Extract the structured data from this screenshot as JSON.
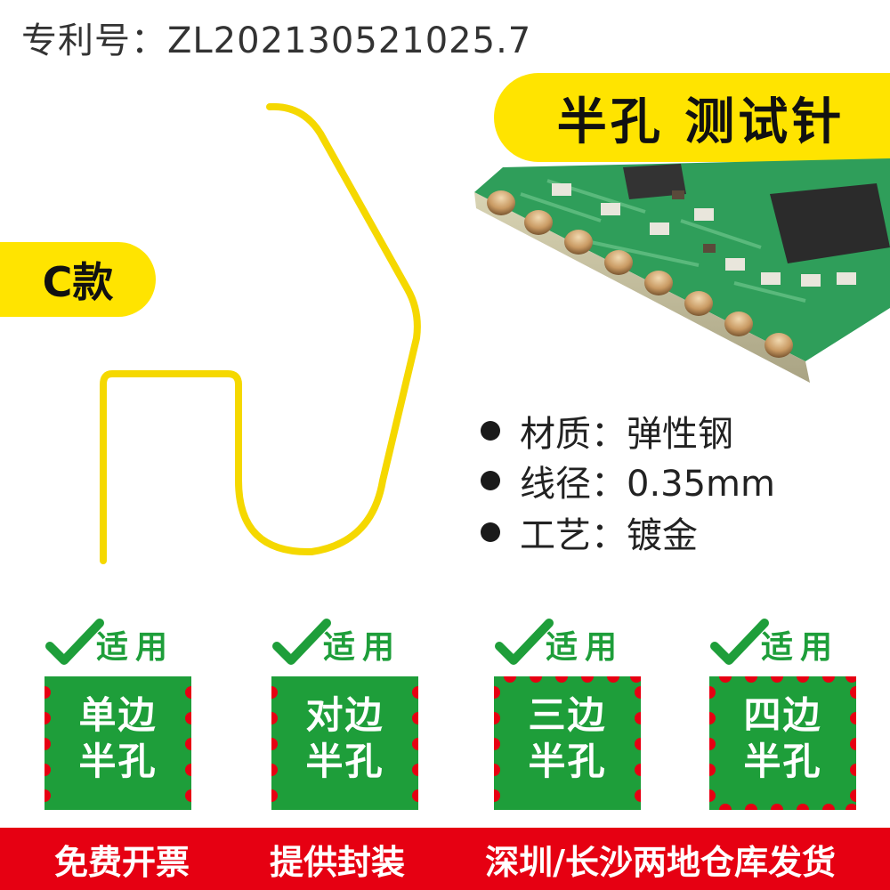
{
  "patent": "专利号：ZL202130521025.7",
  "title": "半孔 测试针",
  "model": "C款",
  "specs": [
    {
      "label": "材质：弹性钢"
    },
    {
      "label": "线径：0.35mm"
    },
    {
      "label": "工艺：镀金"
    }
  ],
  "badges": [
    {
      "apply": "适用",
      "line1": "单边",
      "line2": "半孔"
    },
    {
      "apply": "适用",
      "line1": "对边",
      "line2": "半孔"
    },
    {
      "apply": "适用",
      "line1": "三边",
      "line2": "半孔"
    },
    {
      "apply": "适用",
      "line1": "四边",
      "line2": "半孔"
    }
  ],
  "footer": [
    "免费开票",
    "提供封装",
    "深圳/长沙两地仓库发货"
  ],
  "colors": {
    "accent_yellow": "#ffe400",
    "wire_yellow": "#f5d800",
    "badge_green": "#1e9e3a",
    "stamp_edge_red": "#e60012",
    "footer_red": "#e60012",
    "pcb_green": "#2f9e5a"
  }
}
